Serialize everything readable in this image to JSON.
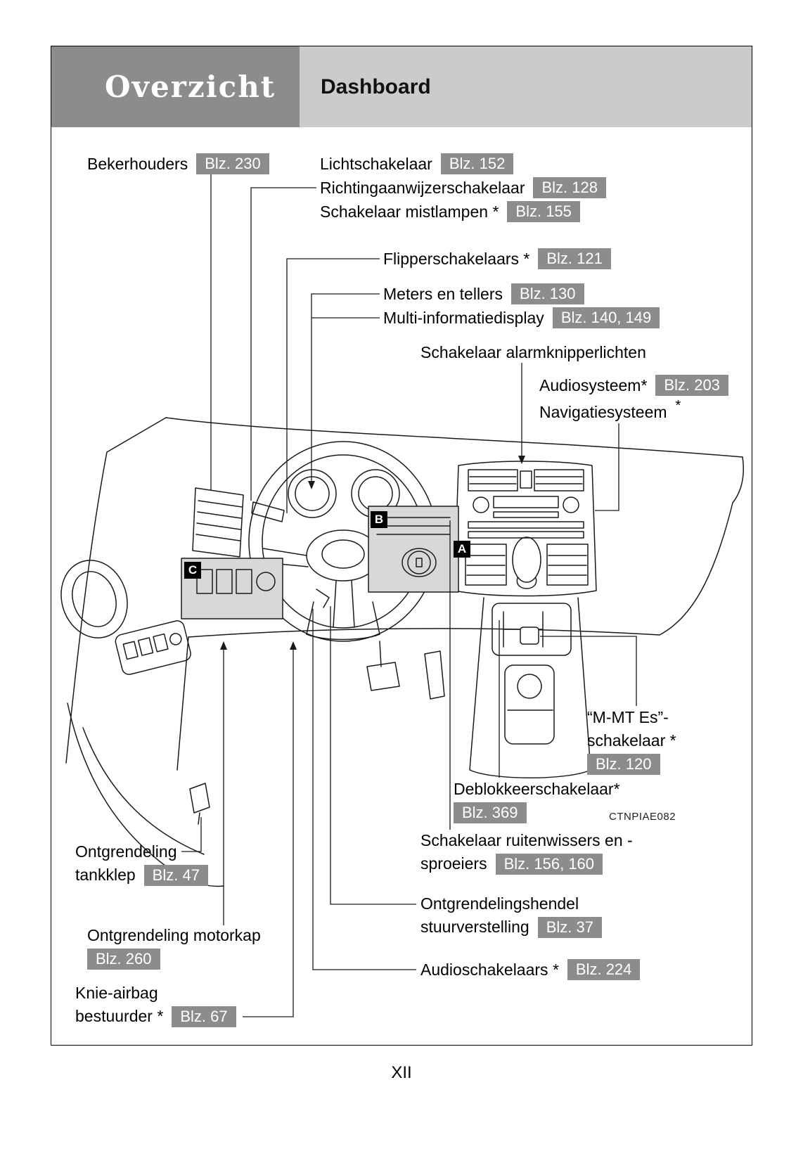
{
  "header": {
    "section": "Overzicht",
    "title": "Dashboard"
  },
  "markers": {
    "a": "A",
    "b": "B",
    "c": "C"
  },
  "figure_code": "CTNPIAE082",
  "page_number": "XII",
  "colors": {
    "header_dark": "#8a8c8e",
    "header_light": "#cbcbcb",
    "badge_bg": "#8a8c8e",
    "panel_shade": "#d8d8d8"
  },
  "labels": {
    "bekerhouders": {
      "text": "Bekerhouders",
      "badge": "Blz. 230"
    },
    "lichtschakelaar": {
      "text": "Lichtschakelaar",
      "badge": "Blz. 152"
    },
    "richtingaanwijzer": {
      "text": "Richtingaanwijzerschakelaar",
      "badge": "Blz. 128"
    },
    "mistlampen": {
      "text": "Schakelaar mistlampen *",
      "badge": "Blz. 155"
    },
    "flipperschakelaars": {
      "text": "Flipperschakelaars *",
      "badge": "Blz. 121"
    },
    "meters": {
      "text": "Meters en tellers",
      "badge": "Blz. 130"
    },
    "multi_display": {
      "text": "Multi-informatiedisplay",
      "badge": "Blz. 140, 149"
    },
    "alarmknipperlichten": {
      "text": "Schakelaar alarmknipperlichten"
    },
    "audiosysteem": {
      "text": "Audiosysteem*",
      "badge": "Blz. 203"
    },
    "navigatiesysteem": {
      "text": "Navigatiesysteem",
      "suffix": "*"
    },
    "mmt_es": {
      "line1": "“M-MT Es”-",
      "line2": "schakelaar *",
      "badge": "Blz. 120"
    },
    "deblokkeerschakelaar": {
      "text": "Deblokkeerschakelaar*",
      "badge": "Blz. 369"
    },
    "ruitenwissers": {
      "line1": "Schakelaar ruitenwissers en -",
      "line2": "sproeiers",
      "badge": "Blz. 156, 160"
    },
    "tankklep": {
      "line1": "Ontgrendeling",
      "line2": "tankklep",
      "badge": "Blz. 47"
    },
    "stuurverstelling": {
      "line1": "Ontgrendelingshendel",
      "line2": "stuurverstelling",
      "badge": "Blz. 37"
    },
    "motorkap": {
      "text": "Ontgrendeling motorkap",
      "badge": "Blz. 260"
    },
    "audioschakelaars": {
      "text": "Audioschakelaars *",
      "badge": "Blz. 224"
    },
    "knie_airbag": {
      "line1": "Knie-airbag",
      "line2": "bestuurder *",
      "badge": "Blz. 67"
    }
  }
}
